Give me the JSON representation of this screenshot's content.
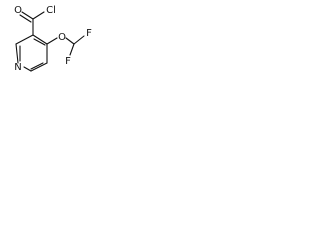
{
  "molecule": {
    "atoms": {
      "oxygen_carbonyl": "O",
      "chlorine": "Cl",
      "oxygen_ether": "O",
      "fluorine_1": "F",
      "fluorine_2": "F",
      "nitrogen": "N"
    }
  }
}
